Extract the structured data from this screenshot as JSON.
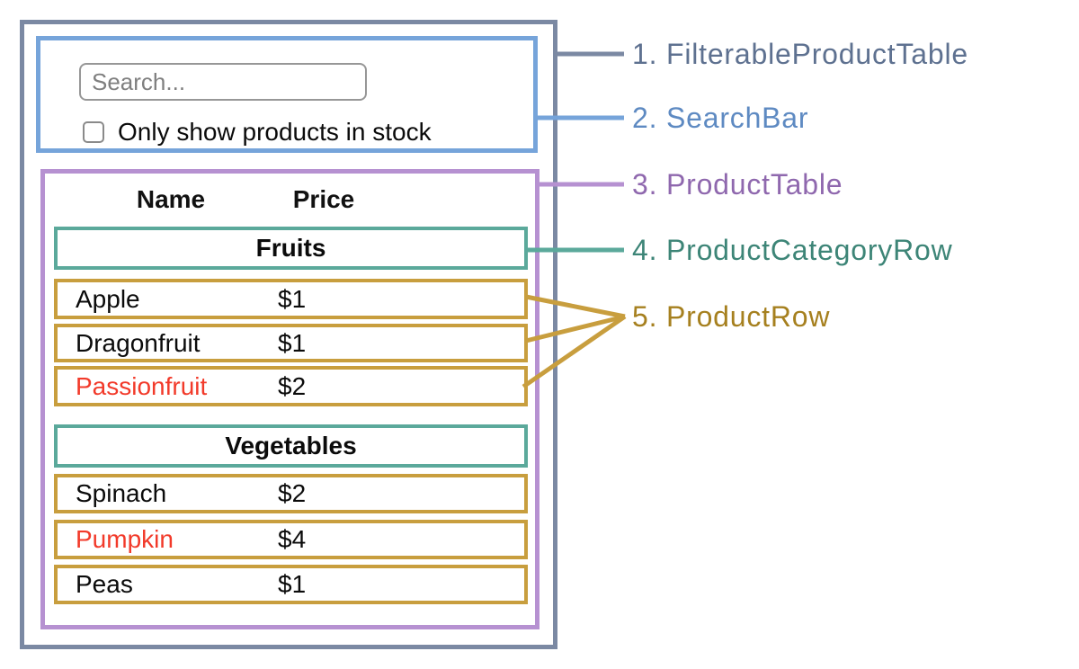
{
  "search_bar": {
    "placeholder": "Search...",
    "checkbox_label": "Only show products in stock",
    "checkbox_checked": false
  },
  "table": {
    "header": {
      "name": "Name",
      "price": "Price"
    },
    "sections": [
      {
        "category": "Fruits",
        "rows": [
          {
            "name": "Apple",
            "price": "$1",
            "name_color": "#0b0b0b"
          },
          {
            "name": "Dragonfruit",
            "price": "$1",
            "name_color": "#0b0b0b"
          },
          {
            "name": "Passionfruit",
            "price": "$2",
            "name_color": "#f23a2a"
          }
        ]
      },
      {
        "category": "Vegetables",
        "rows": [
          {
            "name": "Spinach",
            "price": "$2",
            "name_color": "#0b0b0b"
          },
          {
            "name": "Pumpkin",
            "price": "$4",
            "name_color": "#f23a2a"
          },
          {
            "name": "Peas",
            "price": "$1",
            "name_color": "#0b0b0b"
          }
        ]
      }
    ]
  },
  "legend": {
    "items": [
      {
        "text": "1. FilterableProductTable",
        "color": "#5e7190"
      },
      {
        "text": "2. SearchBar",
        "color": "#5e8ac2"
      },
      {
        "text": "3. ProductTable",
        "color": "#8f68ae"
      },
      {
        "text": "4. ProductCategoryRow",
        "color": "#3d8577"
      },
      {
        "text": "5. ProductRow",
        "color": "#a6801f"
      }
    ]
  },
  "colors": {
    "filterable_product_table": "#7b89a3",
    "search_bar": "#76a4da",
    "product_table": "#b691d1",
    "product_category_row": "#5ba99b",
    "product_row": "#c89e3e",
    "out_of_stock_text": "#f23a2a"
  }
}
